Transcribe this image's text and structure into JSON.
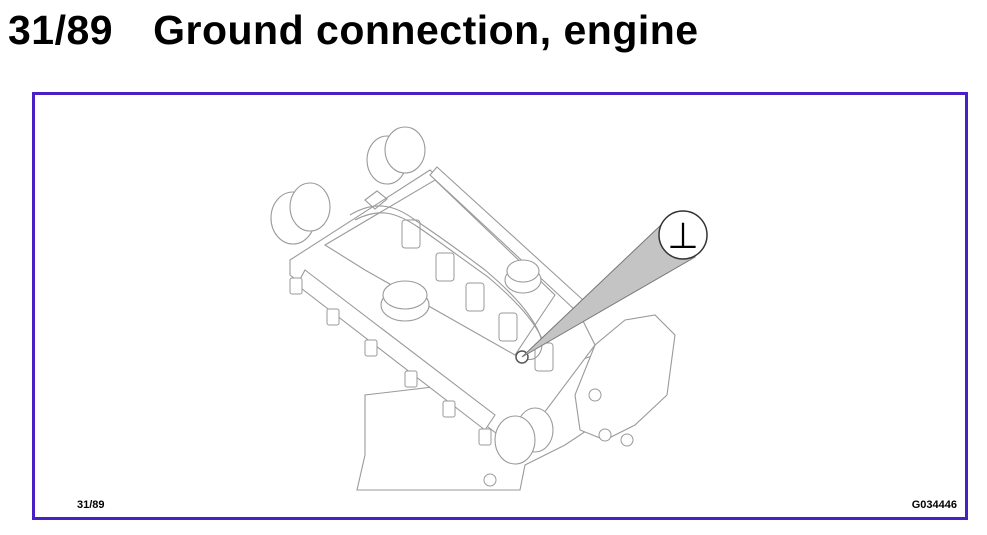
{
  "header": {
    "number": "31/89",
    "title": "Ground connection, engine"
  },
  "diagram": {
    "callout_symbol": "⊥",
    "callout_icon": "ground-symbol-icon",
    "page_ref": "31/89",
    "figure_id": "G034446"
  },
  "colors": {
    "frame": "#4b1fc6",
    "callout_fill": "#c4c4c4",
    "line_art": "#9a9a9a"
  }
}
